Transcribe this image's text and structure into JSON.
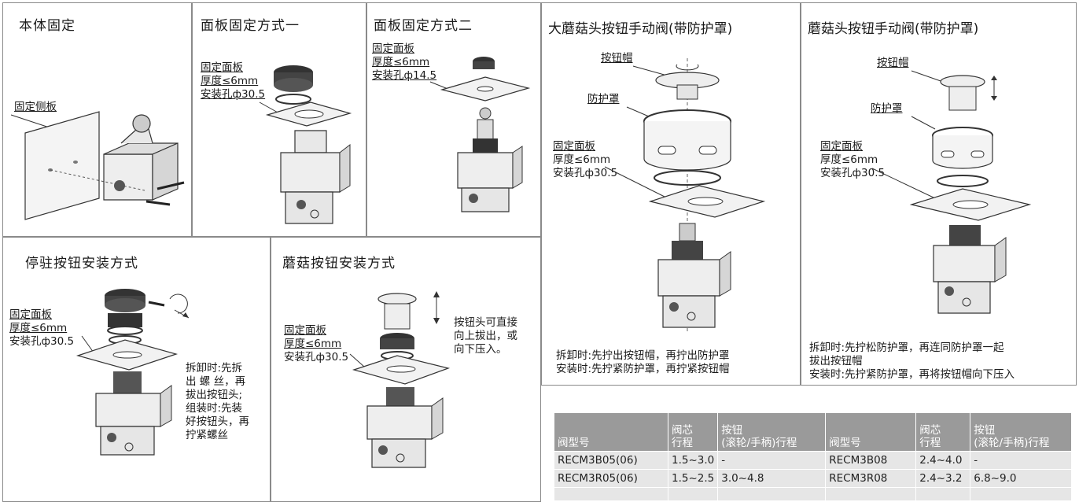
{
  "panels": {
    "body_fix": {
      "title": "本体固定",
      "side_plate": "固定侧板"
    },
    "panel_fix1": {
      "title": "面板固定方式一",
      "spec": [
        "固定面板",
        "厚度≤6mm",
        "安装孔ф30.5"
      ]
    },
    "panel_fix2": {
      "title": "面板固定方式二",
      "spec": [
        "固定面板",
        "厚度≤6mm",
        "安装孔ф14.5"
      ]
    },
    "big_mushroom": {
      "title": "大蘑菇头按钮手动阀(带防护罩)",
      "cap": "按钮帽",
      "cover": "防护罩",
      "spec": [
        "固定面板",
        "厚度≤6mm",
        "安装孔ф30.5"
      ],
      "note": [
        "拆卸时:先拧出按钮帽，再拧出防护罩",
        "安装时:先拧紧防护罩，再拧紧按钮帽"
      ]
    },
    "mushroom_cover": {
      "title": "蘑菇头按钮手动阀(带防护罩)",
      "cap": "按钮帽",
      "cover": "防护罩",
      "spec": [
        "固定面板",
        "厚度≤6mm",
        "安装孔ф30.5"
      ],
      "note": [
        "拆卸时:先拧松防护罩，再连同防护罩一起",
        "拔出按钮帽",
        "安装时:先拧紧防护罩，再将按钮帽向下压入"
      ]
    },
    "detent": {
      "title": "停驻按钮安装方式",
      "spec": [
        "固定面板",
        "厚度≤6mm",
        "安装孔ф30.5"
      ],
      "note": [
        "拆卸时:先拆",
        "出 螺 丝，再",
        "拔出按钮头;",
        "组装时:先装",
        "好按钮头，再",
        "拧紧螺丝"
      ]
    },
    "mushroom": {
      "title": "蘑菇按钮安装方式",
      "spec": [
        "固定面板",
        "厚度≤6mm",
        "安装孔ф30.5"
      ],
      "note": [
        "按钮头可直接",
        "向上拔出，或",
        "向下压入。"
      ]
    }
  },
  "table": {
    "headers": [
      {
        "l1": "阀型号",
        "l2": ""
      },
      {
        "l1": "阀芯",
        "l2": "行程"
      },
      {
        "l1": "按钮",
        "l2": "(滚轮/手柄)行程"
      },
      {
        "l1": "阀型号",
        "l2": ""
      },
      {
        "l1": "阀芯",
        "l2": "行程"
      },
      {
        "l1": "按钮",
        "l2": "(滚轮/手柄)行程"
      }
    ],
    "rows": [
      [
        "RECM3B05(06)",
        "1.5~3.0",
        "-",
        "RECM3B08",
        "2.4~4.0",
        "-"
      ],
      [
        "RECM3R05(06)",
        "1.5~2.5",
        "3.0~4.8",
        "RECM3R08",
        "2.4~3.2",
        "6.8~9.0"
      ]
    ]
  }
}
